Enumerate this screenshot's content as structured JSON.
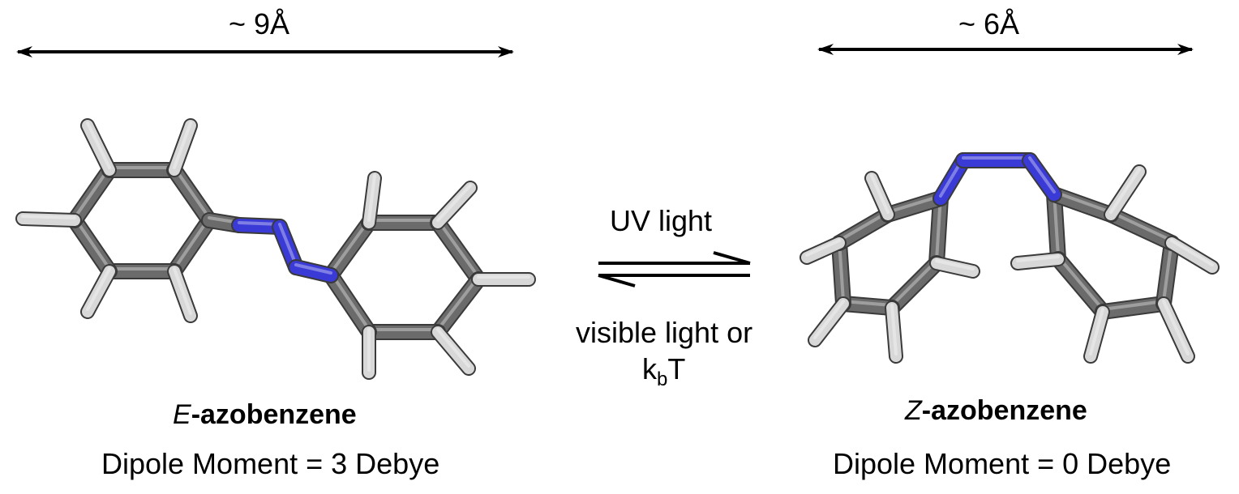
{
  "left": {
    "length_label": "~ 9Å",
    "isomer_prefix": "E",
    "isomer_name": "-azobenzene",
    "dipole": "Dipole Moment = 3 Debye"
  },
  "right": {
    "length_label": "~ 6Å",
    "isomer_prefix": "Z",
    "isomer_name": "-azobenzene",
    "dipole": "Dipole Moment = 0 Debye"
  },
  "equilibrium": {
    "forward_condition": "UV light",
    "reverse_condition_line1": "visible light or",
    "reverse_condition_base": "k",
    "reverse_condition_sub": "b",
    "reverse_condition_tail": "T"
  },
  "colors": {
    "carbon": "#6b6b6b",
    "hydrogen": "#d8d8d8",
    "nitrogen": "#3a3ad6",
    "arrow": "#000000"
  }
}
